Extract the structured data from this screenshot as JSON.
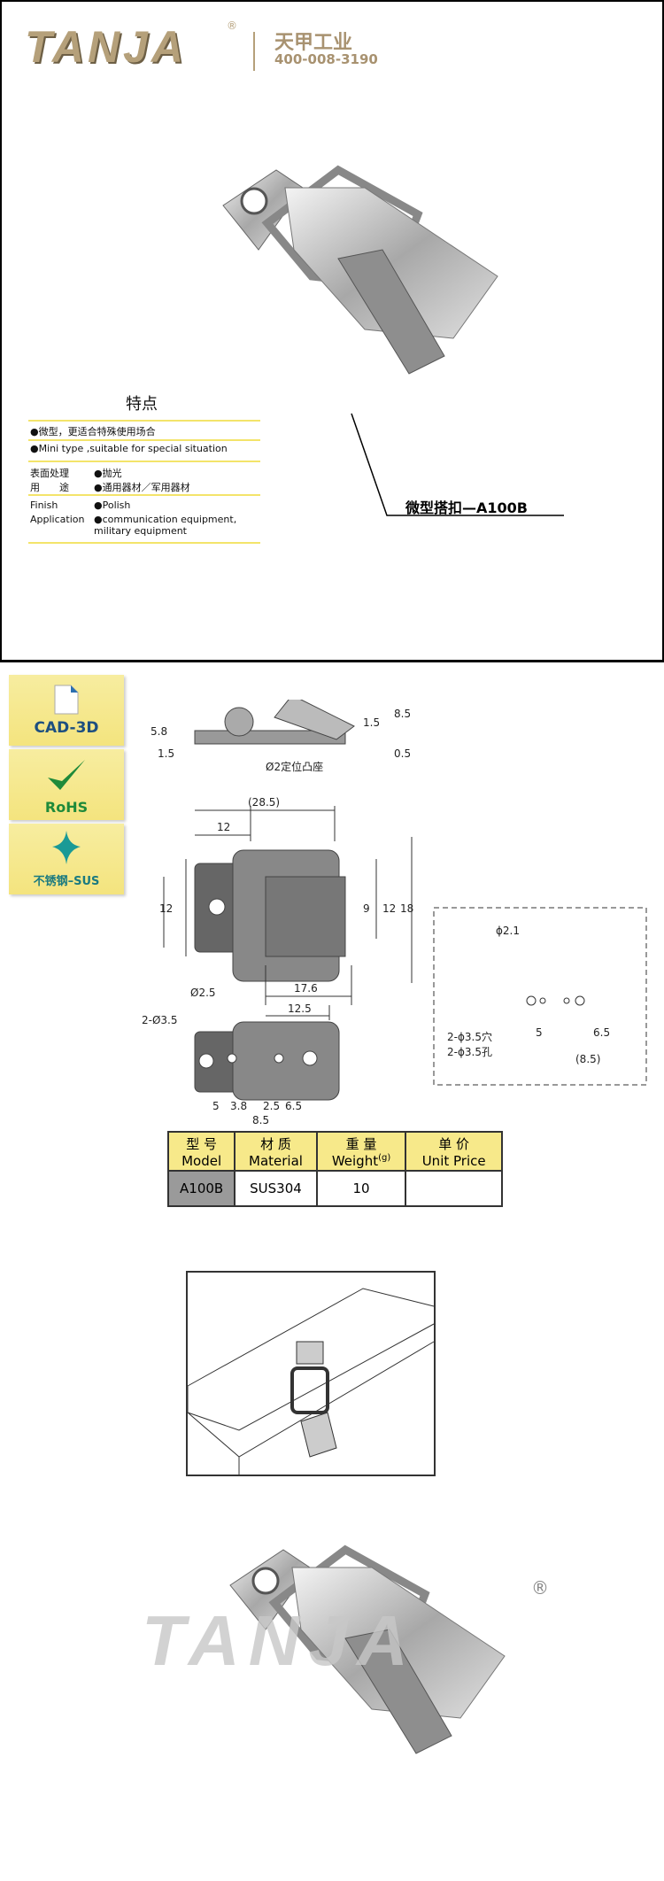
{
  "header": {
    "brand": "TANJA",
    "registered": "®",
    "cn_name": "天甲工业",
    "phone": "400-008-3190"
  },
  "features": {
    "title": "特点",
    "rows": [
      "●微型，更适合特殊使用场合",
      "●Mini type ,suitable for special situation"
    ],
    "cn_finish_label": "表面处理",
    "cn_finish": "●抛光",
    "cn_app_label": "用　　途",
    "cn_app": "●通用器材／军用器材",
    "en_finish_label": "Finish",
    "en_finish": "●Polish",
    "en_app_label": "Application",
    "en_app": "●communication equipment, military equipment"
  },
  "product_caption": "微型搭扣—A100B",
  "badges": [
    {
      "label": "CAD-3D",
      "icon": "file-icon"
    },
    {
      "label": "RoHS",
      "icon": "check-icon"
    },
    {
      "label": "不锈钢–SUS",
      "icon": "sparkle-icon"
    }
  ],
  "drawing": {
    "side": [
      "5.8",
      "1.5",
      "1.5",
      "8.5",
      "0.5",
      "Ø2定位凸座"
    ],
    "top": [
      "(28.5)",
      "12",
      "12",
      "9",
      "12",
      "18",
      "Ø2.5",
      "17.6"
    ],
    "bottom": [
      "12.5",
      "2-Ø3.5",
      "5",
      "3.8",
      "2.5",
      "6.5",
      "8.5"
    ],
    "mount": [
      "ϕ2.1",
      "2-ϕ3.5穴",
      "2-ϕ3.5孔",
      "5",
      "6.5",
      "(8.5)"
    ]
  },
  "spec_table": {
    "headers": [
      {
        "cn": "型 号",
        "en": "Model"
      },
      {
        "cn": "材 质",
        "en": "Material"
      },
      {
        "cn": "重 量",
        "en": "Weight",
        "unit": "(g)"
      },
      {
        "cn": "单 价",
        "en": "Unit Price"
      }
    ],
    "row": [
      "A100B",
      "SUS304",
      "10",
      ""
    ]
  },
  "colors": {
    "brand": "#b5a07a",
    "yellow": "#f7e98a",
    "model_cell": "#9a9a9a"
  }
}
